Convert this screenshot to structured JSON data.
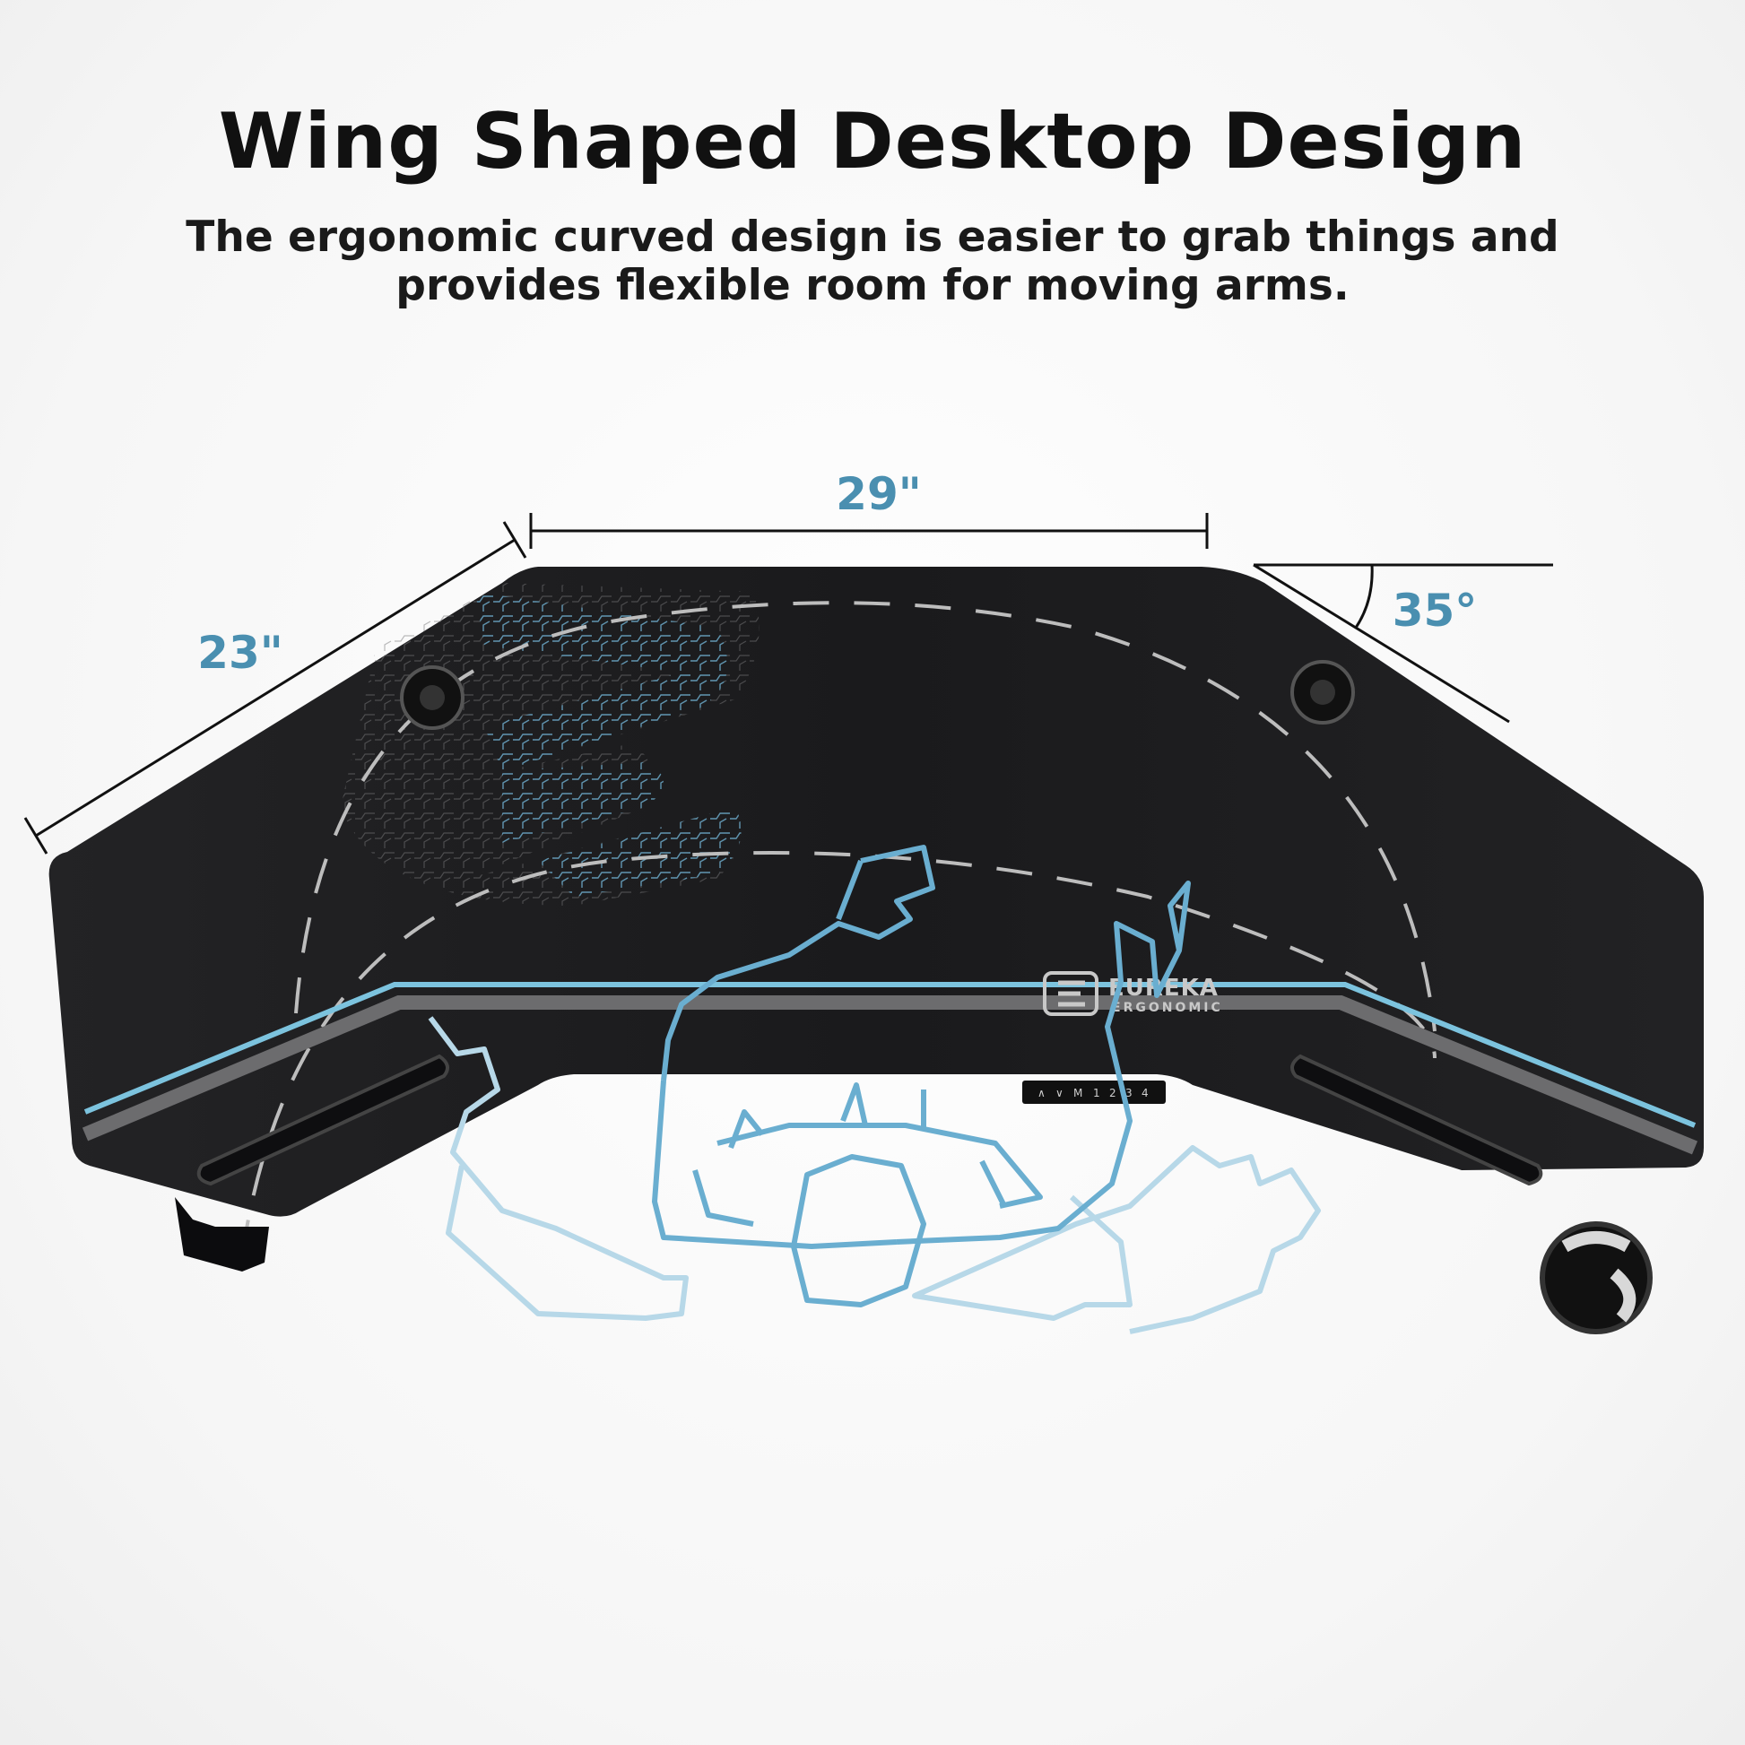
{
  "header": {
    "title": "Wing Shaped Desktop Design",
    "subtitle_line1": "The ergonomic curved design is easier to grab things and",
    "subtitle_line2": "provides flexible room for moving arms."
  },
  "dimensions": {
    "top_width": "29\"",
    "wing_depth": "23\"",
    "wing_angle": "35°"
  },
  "branding": {
    "brand_name": "EUREKA",
    "brand_sub": "ERGONOMIC"
  },
  "control_panel": {
    "buttons": [
      "∧",
      "∨",
      "M",
      "1",
      "2",
      "3",
      "4"
    ]
  },
  "colors": {
    "accent_blue": "#4a8fb0",
    "desk_black": "#1b1b1d",
    "stripe_blue": "#7cc3de",
    "figure_blue": "#6aaed0"
  }
}
